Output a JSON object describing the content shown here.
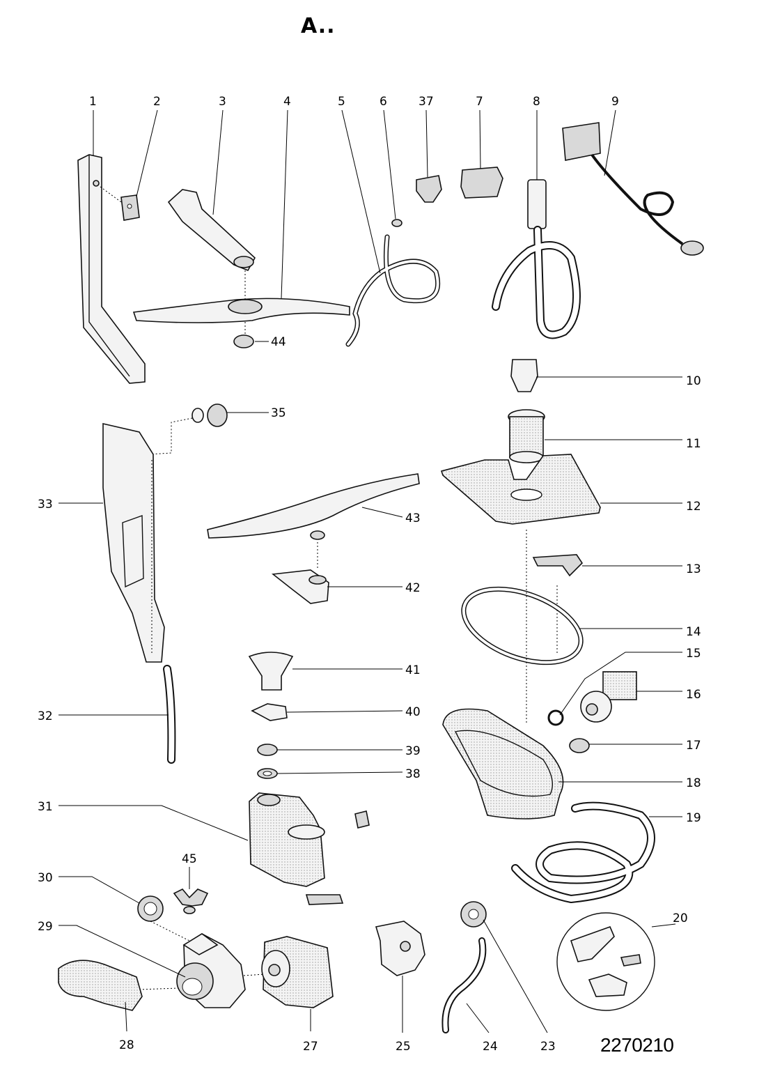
{
  "header": {
    "title": "A.."
  },
  "footer": {
    "diagram_code": "2270210"
  },
  "callouts": [
    {
      "id": "1",
      "text": "1"
    },
    {
      "id": "2",
      "text": "2"
    },
    {
      "id": "3",
      "text": "3"
    },
    {
      "id": "4",
      "text": "4"
    },
    {
      "id": "5",
      "text": "5"
    },
    {
      "id": "6",
      "text": "6"
    },
    {
      "id": "37",
      "text": "37"
    },
    {
      "id": "7",
      "text": "7"
    },
    {
      "id": "8",
      "text": "8"
    },
    {
      "id": "9",
      "text": "9"
    },
    {
      "id": "44",
      "text": "44"
    },
    {
      "id": "10",
      "text": "10"
    },
    {
      "id": "35",
      "text": "35"
    },
    {
      "id": "11",
      "text": "11"
    },
    {
      "id": "33",
      "text": "33"
    },
    {
      "id": "12",
      "text": "12"
    },
    {
      "id": "43",
      "text": "43"
    },
    {
      "id": "13",
      "text": "13"
    },
    {
      "id": "42",
      "text": "42"
    },
    {
      "id": "14",
      "text": "14"
    },
    {
      "id": "15",
      "text": "15"
    },
    {
      "id": "41",
      "text": "41"
    },
    {
      "id": "16",
      "text": "16"
    },
    {
      "id": "32",
      "text": "32"
    },
    {
      "id": "40",
      "text": "40"
    },
    {
      "id": "17",
      "text": "17"
    },
    {
      "id": "39",
      "text": "39"
    },
    {
      "id": "38",
      "text": "38"
    },
    {
      "id": "18",
      "text": "18"
    },
    {
      "id": "31",
      "text": "31"
    },
    {
      "id": "19",
      "text": "19"
    },
    {
      "id": "45",
      "text": "45"
    },
    {
      "id": "30",
      "text": "30"
    },
    {
      "id": "20",
      "text": "20"
    },
    {
      "id": "29",
      "text": "29"
    },
    {
      "id": "28",
      "text": "28"
    },
    {
      "id": "27",
      "text": "27"
    },
    {
      "id": "25",
      "text": "25"
    },
    {
      "id": "24",
      "text": "24"
    },
    {
      "id": "23",
      "text": "23"
    }
  ]
}
